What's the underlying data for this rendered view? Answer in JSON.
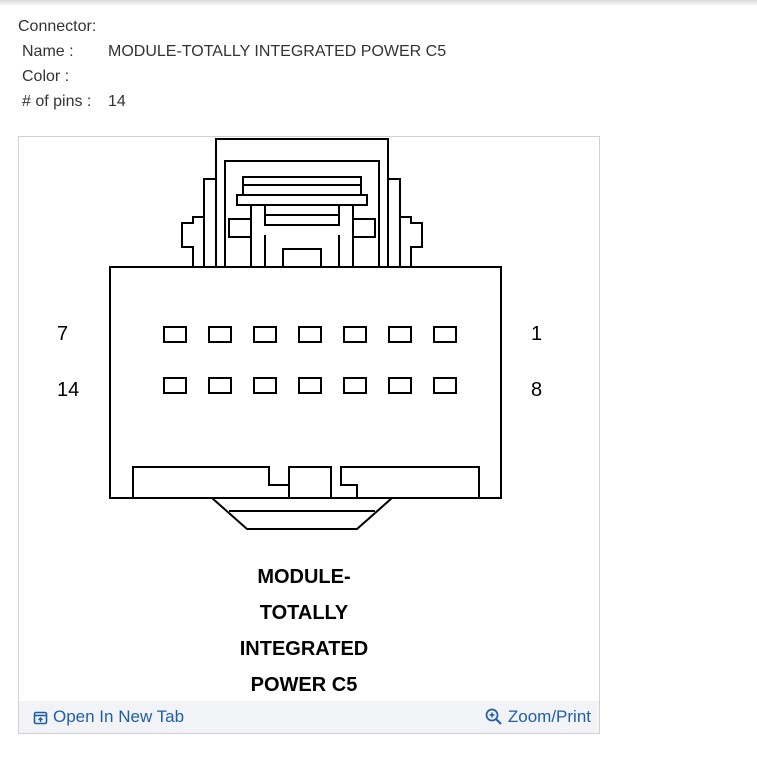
{
  "connector": {
    "header": "Connector:",
    "name_label": "Name :",
    "name_value": "MODULE-TOTALLY INTEGRATED POWER C5",
    "color_label": "Color :",
    "color_value": "",
    "pins_label": "# of pins :",
    "pins_value": "14"
  },
  "diagram": {
    "caption_lines": [
      "MODULE-",
      "TOTALLY",
      "INTEGRATED",
      "POWER C5"
    ],
    "pin_labels": {
      "top_left": "7",
      "top_right": "1",
      "bottom_left": "14",
      "bottom_right": "8"
    },
    "pin_count": 14
  },
  "footer": {
    "open_label": "Open In New Tab",
    "zoom_label": "Zoom/Print"
  },
  "colors": {
    "link": "#1f5fa8",
    "footer_bg": "#f1f3f6",
    "line": "#000000"
  }
}
